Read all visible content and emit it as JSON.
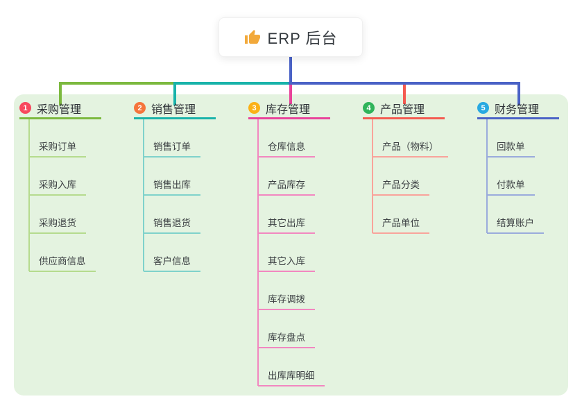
{
  "root": {
    "title": "ERP 后台",
    "icon": "thumbs-up"
  },
  "branches": [
    {
      "index": "1",
      "title": "采购管理",
      "children": [
        "采购订单",
        "采购入库",
        "采购退货",
        "供应商信息"
      ]
    },
    {
      "index": "2",
      "title": "销售管理",
      "children": [
        "销售订单",
        "销售出库",
        "销售退货",
        "客户信息"
      ]
    },
    {
      "index": "3",
      "title": "库存管理",
      "children": [
        "仓库信息",
        "产品库存",
        "其它出库",
        "其它入库",
        "库存调拨",
        "库存盘点",
        "出库库明细"
      ]
    },
    {
      "index": "4",
      "title": "产品管理",
      "children": [
        "产品（物料）",
        "产品分类",
        "产品单位"
      ]
    },
    {
      "index": "5",
      "title": "财务管理",
      "children": [
        "回款单",
        "付款单",
        "结算账户"
      ]
    }
  ],
  "colors": {
    "panel-bg": "#e4f3e0",
    "trunk": "#4a62c6",
    "b1-main": "#7cb93f",
    "b1-light": "#b5db8e",
    "b1-badge": "#f8485e",
    "b2-main": "#19b3aa",
    "b2-light": "#7fd2cb",
    "b2-badge": "#f5743c",
    "b3-main": "#e8439a",
    "b3-light": "#f287c0",
    "b3-badge": "#fbb117",
    "b4-main": "#f45a50",
    "b4-light": "#f9a39b",
    "b4-badge": "#2fb45a",
    "b5-main": "#4a62c6",
    "b5-light": "#9aabdc",
    "b5-badge": "#28a9e1",
    "icon": "#f2a93b"
  }
}
